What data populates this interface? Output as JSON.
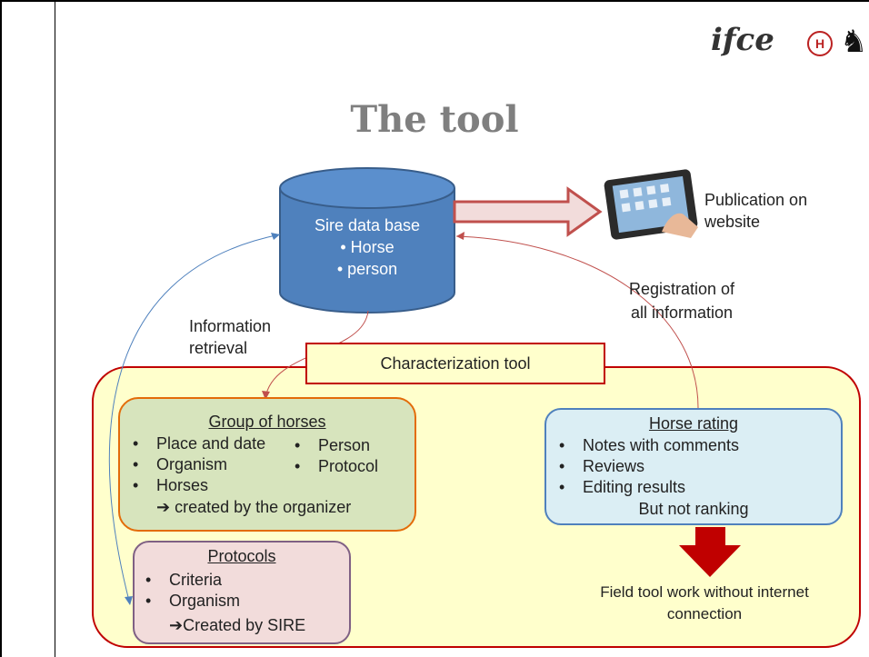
{
  "title": "The tool",
  "logo": {
    "text": "ifce"
  },
  "database": {
    "label": "Sire data base",
    "items": [
      "Horse",
      "person"
    ]
  },
  "publication": {
    "label": "Publication on website"
  },
  "registration": {
    "line1": "Registration of",
    "line2": "all information"
  },
  "retrieval": {
    "line1": "Information",
    "line2": "retrieval"
  },
  "characterization": {
    "label": "Characterization tool"
  },
  "group": {
    "title": "Group of horses",
    "col1": [
      "Place and date",
      "Organism",
      "Horses"
    ],
    "col2": [
      "Person",
      "Protocol"
    ],
    "note": "created by the organizer"
  },
  "protocols": {
    "title": "Protocols",
    "items": [
      "Criteria",
      "Organism"
    ],
    "note": "Created by SIRE"
  },
  "rating": {
    "title": "Horse rating",
    "items": [
      "Notes with comments",
      "Reviews",
      "Editing results"
    ],
    "note": "But not ranking"
  },
  "field": {
    "line1": "Field tool work without internet",
    "line2": "connection"
  },
  "colors": {
    "db_blue": "#4f81bd",
    "red": "#c0504d",
    "yellow_bg": "#ffffcc",
    "green_bg": "#d7e4bd",
    "pink_bg": "#f2dcdb",
    "blue_bg": "#dbeef4"
  }
}
